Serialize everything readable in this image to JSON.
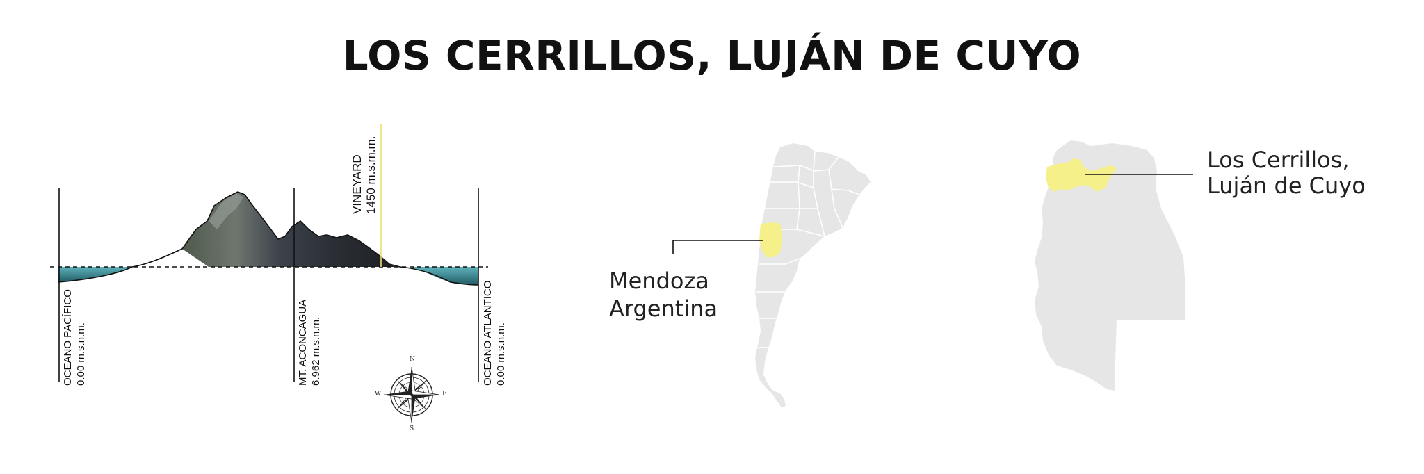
{
  "title": "LOS CERRILLOS, LUJÁN DE CUYO",
  "profile": {
    "pacific": {
      "name": "OCEANO PACÍFICO",
      "altitude": "0.00 m.s.n.m."
    },
    "aconcagua": {
      "name": "MT. ACONCAGUA",
      "altitude": "6.962 m.s.n.m."
    },
    "vineyard": {
      "name": "VINEYARD",
      "altitude": "1450 m.s.m.m."
    },
    "atlantic": {
      "name": "OCEANO ATLANTICO",
      "altitude": "0.00 m.s.n.m."
    }
  },
  "compass": {
    "n": "N",
    "s": "S",
    "e": "E",
    "w": "W"
  },
  "maps": {
    "argentina": {
      "line1": "Mendoza",
      "line2": "Argentina"
    },
    "mendoza": {
      "line1": "Los Cerrillos,",
      "line2": "Luján de Cuyo"
    }
  },
  "colors": {
    "highlight": "#f6f08a",
    "land": "#e6e6e6",
    "water": "#3f8f98",
    "mountain": "#3c4147",
    "vineyard_line": "#e9e06a"
  },
  "icons": [
    "compass-rose-icon"
  ]
}
